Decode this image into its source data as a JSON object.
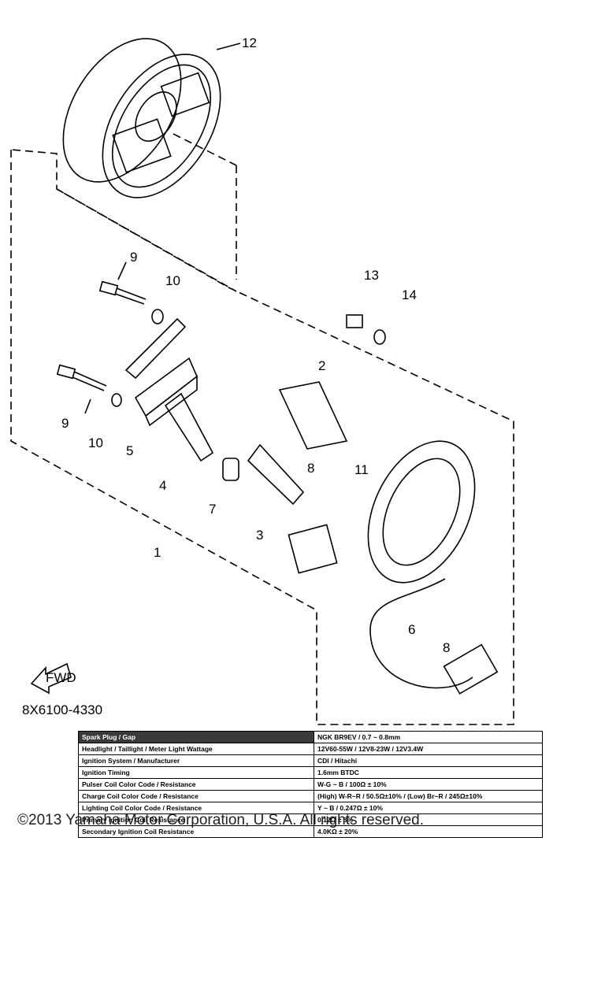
{
  "diagram": {
    "callouts": [
      "1",
      "2",
      "3",
      "4",
      "5",
      "6",
      "7",
      "8",
      "8",
      "9",
      "9",
      "10",
      "10",
      "11",
      "12",
      "13",
      "14"
    ],
    "fwd_label": "FWD",
    "part_code": "8X6100-4330"
  },
  "specs": {
    "rows": [
      {
        "label": "Spark Plug / Gap",
        "value": "NGK BR9EV / 0.7 ~ 0.8mm"
      },
      {
        "label": "Headlight / Taillight / Meter Light Wattage",
        "value": "12V60-55W / 12V8-23W / 12V3.4W"
      },
      {
        "label": "Ignition System / Manufacturer",
        "value": "CDI / Hitachi"
      },
      {
        "label": "Ignition Timing",
        "value": "1.6mm BTDC"
      },
      {
        "label": "Pulser Coil Color Code / Resistance",
        "value": "W-G ~ B / 100Ω ± 10%"
      },
      {
        "label": "Charge Coil Color Code / Resistance",
        "value": "(High) W-R~R / 50.5Ω±10% / (Low) Br~R / 245Ω±10%"
      },
      {
        "label": "Lighting Coil Color Code / Resistance",
        "value": "Y ~ B / 0.247Ω ± 10%"
      },
      {
        "label": "Primary Ignition Coil Resistance",
        "value": "0.12Ω ± 8%"
      },
      {
        "label": "Secondary Ignition Coil Resistance",
        "value": "4.0KΩ ± 20%"
      }
    ]
  },
  "footer": {
    "copyright": "©2013 Yamaha Motor Corporation, U.S.A. All rights reserved."
  }
}
